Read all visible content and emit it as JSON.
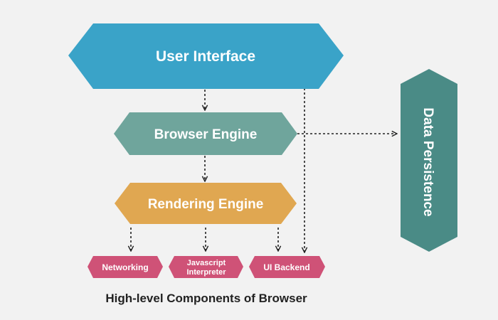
{
  "diagram": {
    "nodes": {
      "user_interface": {
        "label": "User Interface",
        "color": "#3aa3c8"
      },
      "browser_engine": {
        "label": "Browser Engine",
        "color": "#6fa59c"
      },
      "rendering_engine": {
        "label": "Rendering Engine",
        "color": "#e0a751"
      },
      "networking": {
        "label": "Networking",
        "color": "#cf5277"
      },
      "javascript_interpreter": {
        "label_line1": "Javascript",
        "label_line2": "Interpreter",
        "color": "#cf5277"
      },
      "ui_backend": {
        "label": "UI Backend",
        "color": "#cf5277"
      },
      "data_persistence": {
        "label": "Data Persistence",
        "color": "#4a8b86"
      }
    },
    "edges": [
      {
        "from": "User Interface",
        "to": "Browser Engine"
      },
      {
        "from": "User Interface",
        "to": "UI Backend"
      },
      {
        "from": "Browser Engine",
        "to": "Rendering Engine"
      },
      {
        "from": "Browser Engine",
        "to": "Data Persistence"
      },
      {
        "from": "Rendering Engine",
        "to": "Networking"
      },
      {
        "from": "Rendering Engine",
        "to": "Javascript Interpreter"
      },
      {
        "from": "Rendering Engine",
        "to": "UI Backend"
      }
    ],
    "edge_style": "dashed-arrow",
    "caption": "High-level Components of Browser"
  }
}
